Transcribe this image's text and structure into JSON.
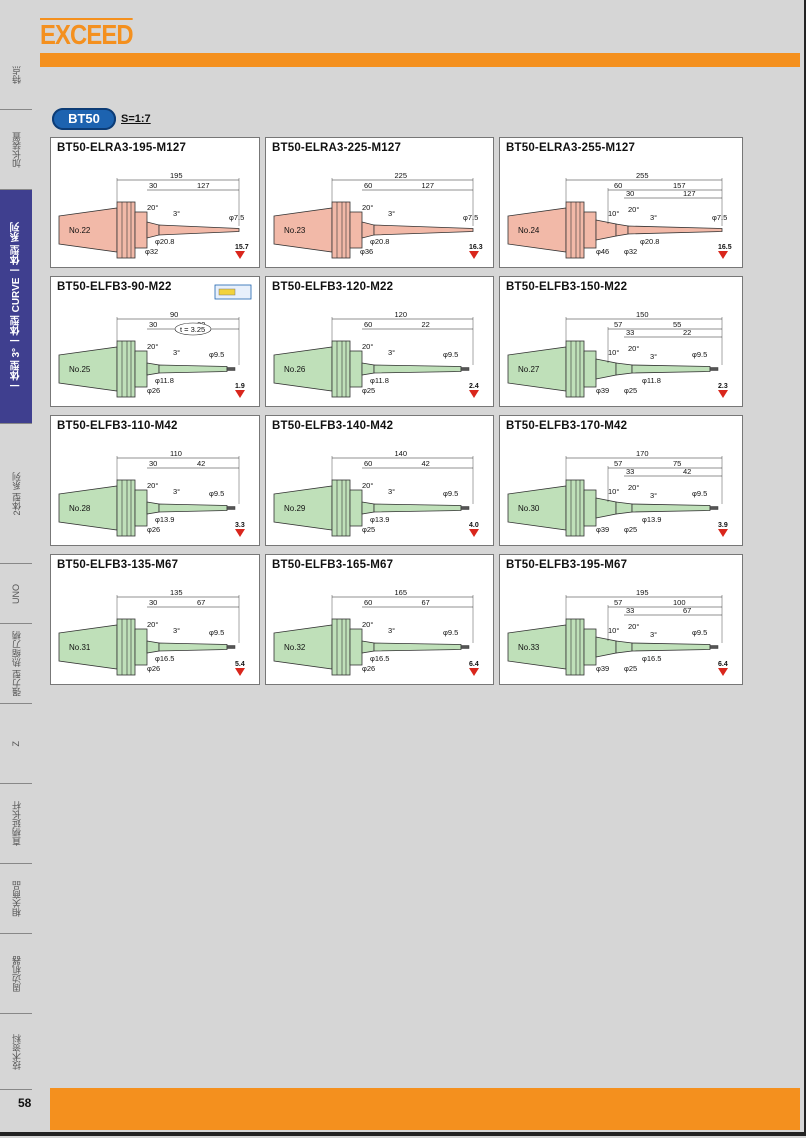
{
  "brand": "EXCEED",
  "page_number": "58",
  "series": {
    "badge": "BT50",
    "scale": "S=1:7"
  },
  "sidebar": [
    {
      "label": "特点"
    },
    {
      "label": "加长装置"
    },
    {
      "label": "一体型 3° 一体型 CURVE 一体型 系列",
      "active": true
    },
    {
      "label": "2体型 系列"
    },
    {
      "label": "UNO"
    },
    {
      "label": "强力型 热缩刀柄"
    },
    {
      "label": "Z"
    },
    {
      "label": "直柄延长杆"
    },
    {
      "label": "相关商品"
    },
    {
      "label": "周边机器"
    },
    {
      "label": "技术资料"
    }
  ],
  "colors": {
    "accent": "#f4901e",
    "badge": "#1d63b0",
    "pink": "#f2b9a8",
    "green": "#bfe0b9",
    "sidebar_active": "#3f3f8f"
  },
  "items": [
    {
      "title": "BT50-ELRA3-195-M127",
      "no": "No.22",
      "color": "pink",
      "L": "195",
      "dims": [
        "30",
        "127"
      ],
      "dias": [
        "φ7.5",
        "φ20.8",
        "φ32"
      ],
      "angles": [
        "20°",
        "3°"
      ],
      "weight": "15.7"
    },
    {
      "title": "BT50-ELRA3-225-M127",
      "no": "No.23",
      "color": "pink",
      "L": "225",
      "dims": [
        "60",
        "127"
      ],
      "dias": [
        "φ7.5",
        "φ20.8",
        "φ36"
      ],
      "angles": [
        "20°",
        "3°"
      ],
      "weight": "16.3"
    },
    {
      "title": "BT50-ELRA3-255-M127",
      "no": "No.24",
      "color": "pink",
      "L": "255",
      "dims": [
        "60",
        "157",
        "30",
        "127"
      ],
      "dias": [
        "φ7.5",
        "φ20.8",
        "φ32",
        "φ46"
      ],
      "angles": [
        "10°",
        "20°",
        "3°"
      ],
      "weight": "16.5"
    },
    {
      "title": "BT50-ELFB3-90-M22",
      "no": "No.25",
      "color": "green",
      "L": "90",
      "dims": [
        "30",
        "22"
      ],
      "dias": [
        "φ9.5",
        "φ11.8",
        "φ26"
      ],
      "angles": [
        "20°",
        "3°"
      ],
      "weight": "1.9",
      "note": "t = 3.25"
    },
    {
      "title": "BT50-ELFB3-120-M22",
      "no": "No.26",
      "color": "green",
      "L": "120",
      "dims": [
        "60",
        "22"
      ],
      "dias": [
        "φ9.5",
        "φ11.8",
        "φ25"
      ],
      "angles": [
        "20°",
        "3°"
      ],
      "weight": "2.4"
    },
    {
      "title": "BT50-ELFB3-150-M22",
      "no": "No.27",
      "color": "green",
      "L": "150",
      "dims": [
        "57",
        "55",
        "33",
        "22"
      ],
      "dias": [
        "φ9.5",
        "φ11.8",
        "φ25",
        "φ39"
      ],
      "angles": [
        "10°",
        "20°",
        "3°"
      ],
      "weight": "2.3"
    },
    {
      "title": "BT50-ELFB3-110-M42",
      "no": "No.28",
      "color": "green",
      "L": "110",
      "dims": [
        "30",
        "42"
      ],
      "dias": [
        "φ9.5",
        "φ13.9",
        "φ26"
      ],
      "angles": [
        "20°",
        "3°"
      ],
      "weight": "3.3"
    },
    {
      "title": "BT50-ELFB3-140-M42",
      "no": "No.29",
      "color": "green",
      "L": "140",
      "dims": [
        "60",
        "42"
      ],
      "dias": [
        "φ9.5",
        "φ13.9",
        "φ25"
      ],
      "angles": [
        "20°",
        "3°"
      ],
      "weight": "4.0"
    },
    {
      "title": "BT50-ELFB3-170-M42",
      "no": "No.30",
      "color": "green",
      "L": "170",
      "dims": [
        "57",
        "75",
        "33",
        "42"
      ],
      "dias": [
        "φ9.5",
        "φ13.9",
        "φ25",
        "φ39"
      ],
      "angles": [
        "10°",
        "20°",
        "3°"
      ],
      "weight": "3.9"
    },
    {
      "title": "BT50-ELFB3-135-M67",
      "no": "No.31",
      "color": "green",
      "L": "135",
      "dims": [
        "30",
        "67"
      ],
      "dias": [
        "φ9.5",
        "φ16.5",
        "φ26"
      ],
      "angles": [
        "20°",
        "3°"
      ],
      "weight": "5.4"
    },
    {
      "title": "BT50-ELFB3-165-M67",
      "no": "No.32",
      "color": "green",
      "L": "165",
      "dims": [
        "60",
        "67"
      ],
      "dias": [
        "φ9.5",
        "φ16.5",
        "φ26"
      ],
      "angles": [
        "20°",
        "3°"
      ],
      "weight": "6.4"
    },
    {
      "title": "BT50-ELFB3-195-M67",
      "no": "No.33",
      "color": "green",
      "L": "195",
      "dims": [
        "57",
        "100",
        "33",
        "67"
      ],
      "dias": [
        "φ9.5",
        "φ16.5",
        "φ25",
        "φ39"
      ],
      "angles": [
        "10°",
        "20°",
        "3°"
      ],
      "weight": "6.4"
    }
  ]
}
